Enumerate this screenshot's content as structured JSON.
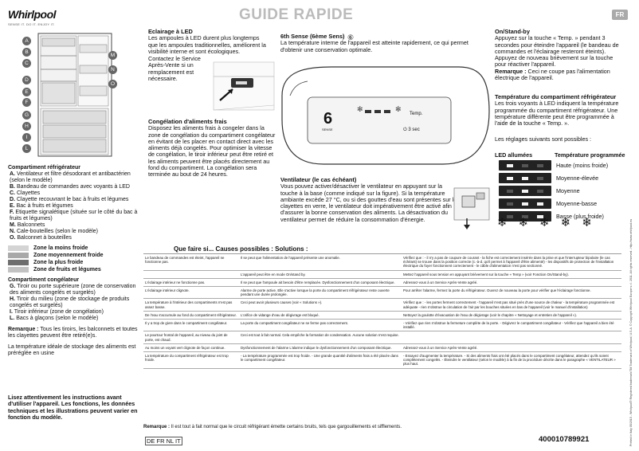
{
  "header": {
    "brand": "Whirlpool",
    "brand_tagline": "SENSE IT. DO IT. ENJOY IT.",
    "title": "GUIDE RAPIDE",
    "lang_badge": "FR"
  },
  "fridge_markers_left": [
    "A",
    "B",
    "C",
    "D",
    "E",
    "F",
    "G",
    "H",
    "I",
    "L"
  ],
  "fridge_markers_right": [
    "M",
    "N",
    "O"
  ],
  "legend": {
    "fridge_title": "Compartiment réfrigérateur",
    "fridge_items": [
      {
        "k": "A.",
        "t": "Ventilateur et filtre désodorant et antibactérien (selon le modèle)"
      },
      {
        "k": "B.",
        "t": "Bandeau de commandes avec voyants à LED"
      },
      {
        "k": "C.",
        "t": "Clayettes"
      },
      {
        "k": "D.",
        "t": "Clayette recouvrant le bac à fruits et légumes"
      },
      {
        "k": "E.",
        "t": "Bac à fruits et légumes"
      },
      {
        "k": "F.",
        "t": "Etiquette signalétique (située sur le côté du bac à fruits et légumes)"
      },
      {
        "k": "M.",
        "t": "Balconnets"
      },
      {
        "k": "N.",
        "t": "Cale-bouteilles (selon le modèle)"
      },
      {
        "k": "O.",
        "t": "Balconnet à bouteilles"
      }
    ],
    "zones": [
      {
        "label": "Zone la moins froide",
        "color": "#d4d4d4"
      },
      {
        "label": "Zone moyennement froide",
        "color": "#a8a8a8"
      },
      {
        "label": "Zone la plus froide",
        "color": "#6e6e6e"
      },
      {
        "label": "Zone de fruits et légumes",
        "color": "#c2c2c2"
      }
    ],
    "freezer_title": "Compartiment congélateur",
    "freezer_items": [
      {
        "k": "G.",
        "t": "Tiroir ou porte supérieure (zone de conservation des aliments congelés et surgelés)"
      },
      {
        "k": "H.",
        "t": "Tiroir du milieu (zone de stockage de produits congelés et surgelés)"
      },
      {
        "k": "I.",
        "t": "Tiroir inférieur (zone de congélation)"
      },
      {
        "k": "L.",
        "t": "Bacs à glaçons (selon le modèle)"
      }
    ],
    "remark_label": "Remarque :",
    "remark": "Tous les tiroirs, les balconnets et toutes les clayettes peuvent être retiré(e)s.",
    "temp_note": "La température idéale de stockage des aliments est préréglée en usine"
  },
  "bottom_left": "Lisez attentivement les instructions avant d'utiliser l'appareil. Les fonctions, les données techniques et les illustrations peuvent varier en fonction du modèle.",
  "blocks": {
    "led_title": "Eclairage à LED",
    "led_text": "Les ampoules à LED durent plus longtemps que les ampoules traditionnelles, améliorent la visibilité interne et sont écologiques.",
    "led_text2": "Contactez le Service Après-Vente si un remplacement est nécessaire.",
    "sixth_title": "6th Sense (6ème Sens)",
    "sixth_text": "La température interne de l'appareil est atteinte rapidement, ce qui permet d'obtenir une conservation optimale.",
    "onoff_title": "On/Stand-by",
    "onoff_text": "Appuyez sur la touche « Temp. » pendant 3 secondes pour éteindre l'appareil (le bandeau de commandes et l'éclairage resteront éteints). Appuyez de nouveau brièvement sur la touche pour réactiver l'appareil.",
    "onoff_remark_label": "Remarque :",
    "onoff_remark": "Ceci ne coupe pas l'alimentation électrique de l'appareil.",
    "temp_title": "Température du compartiment réfrigérateur",
    "temp_text": "Les trois voyants à LED indiquent la température programmée du compartiment réfrigérateur. Une température différente peut être programmée à l'aide de la touche « Temp. ».",
    "settings_intro": "Les réglages suivants sont possibles :",
    "freeze_title": "Congélation d'aliments frais",
    "freeze_text": "Disposez les aliments frais à congeler dans la zone de congélation du compartiment congélateur en évitant de les placer en contact direct avec les aliments déjà congelés. Pour optimiser la vitesse de congélation, le tiroir inférieur peut être retiré et les aliments peuvent être placés directement au fond du compartiment. La congélation sera terminée au bout de 24 heures.",
    "fan_title": "Ventilateur (le cas échéant)",
    "fan_text": "Vous pouvez activer/désactiver le ventilateur en appuyant sur la touche à la base (comme indiqué sur la figure). Si la température ambiante excède 27 °C, ou si des gouttes d'eau sont présentes sur les clayettes en verre, le ventilateur doit impérativement être activé afin d'assurer la bonne conservation des aliments. La désactivation du ventilateur permet de réduire la consommation d'énergie."
  },
  "panel": {
    "temp_label": "Temp.",
    "stby_label": "3 sec",
    "sixth_label": "6",
    "sense_label": "SENSE"
  },
  "led_table": {
    "col1": "LED allumées",
    "col2": "Température programmée",
    "rows": [
      {
        "label": "Haute (moins froide)",
        "leds": [
          true,
          false,
          false
        ]
      },
      {
        "label": "Moyenne-élevée",
        "leds": [
          true,
          true,
          false
        ]
      },
      {
        "label": "Moyenne",
        "leds": [
          false,
          true,
          false
        ]
      },
      {
        "label": "Moyenne-basse",
        "leds": [
          false,
          true,
          true
        ]
      },
      {
        "label": "Basse (plus froide)",
        "leds": [
          false,
          false,
          true
        ]
      }
    ]
  },
  "troubleshoot": {
    "heading": "Que faire si...   Causes possibles : Solutions :",
    "rows": [
      {
        "q": "Le bandeau de commandes est éteint, l'appareil ne fonctionne pas.",
        "c": "Il se peut que l'alimentation de l'appareil présente une anomalie.",
        "s": "Vérifiez que : - il n'y a pas de coupure de courant - la fiche est correctement insérée dans la prise et que l'interrupteur bipolaire (le cas échéant) se trouve dans la position correcte (c.-à-d. qu'il permet à l'appareil d'être alimenté) - les dispositifs de protection de l'installation électrique du foyer fonctionnent correctement - le câble d'alimentation n'est pas sectionné."
      },
      {
        "q": "",
        "c": "L'appareil peut être en mode On/stand by.",
        "s": "Mettez l'appareil sous tension en appuyant brièvement sur la touche « Temp » (voir Fonction On/Stand-by)."
      },
      {
        "q": "L'éclairage intérieur ne fonctionne pas.",
        "c": "Il se peut que l'ampoule ait besoin d'être remplacée. Dysfonctionnement d'un composant électrique.",
        "s": "Adressez-vous à un Service Après-Vente agréé."
      },
      {
        "q": "L'éclairage intérieur clignote.",
        "c": "Alarme de porte active. Elle s'active lorsque la porte du compartiment réfrigérateur reste ouverte pendant une durée prolongée.",
        "s": "Pour arrêter l'alarme, fermez la porte du réfrigérateur. Ouvrez de nouveau la porte pour vérifier que l'éclairage fonctionne."
      },
      {
        "q": "La température à l'intérieur des compartiments n'est pas assez basse.",
        "c": "Ceci peut avoir plusieurs causes (voir « Solutions »).",
        "s": "Vérifiez que : - les portes ferment correctement - l'appareil n'est pas situé près d'une source de chaleur - la température programmée est adéquate - rien n'obstrue la circulation de l'air par les bouches situées en bas de l'appareil (voir le manuel d'installation)"
      },
      {
        "q": "De l'eau s'accumule au fond du compartiment réfrigérateur.",
        "c": "L'orifice de vidange d'eau de dégivrage est bloqué.",
        "s": "Nettoyez la goulotte d'évacuation de l'eau de dégivrage (voir le chapitre « Nettoyage et entretien de l'appareil »)."
      },
      {
        "q": "Il y a trop de givre dans le compartiment congélateur.",
        "c": "La porte du compartiment congélateur ne se ferme pas correctement.",
        "s": "- Vérifiez que rien n'obstrue la fermeture complète de la porte. - Dégivrez le compartiment congélateur - Vérifiez que l'appareil a bien été installé."
      },
      {
        "q": "Le pourtour frontal de l'appareil, au niveau du joint de porte, est chaud.",
        "c": "Ceci est tout à fait normal. Cela empêche la formation de condensation. Aucune solution n'est requise.",
        "s": ""
      },
      {
        "q": "Au moins un voyant vert clignote de façon continue.",
        "c": "Dysfonctionnement de l'alarme L'alarme indique le dysfonctionnement d'un composant électrique.",
        "s": "Adressez-vous à un Service Après-Vente agréé."
      },
      {
        "q": "La température du compartiment réfrigérateur est trop froide.",
        "c": "- La température programmée est trop froide. - Une grande quantité d'aliments frais a été placée dans le compartiment congélateur.",
        "s": "- Essayez d'augmenter la température. - Si des aliments frais ont été placés dans le compartiment congélateur, attendez qu'ils soient complètement congelés. - Éteindre le ventilateur (selon le modèle) à la fin de la procédure décrite dans le paragraphe « VENTILATEUR » plus haut."
      }
    ]
  },
  "footer": {
    "remark_label": "Remarque :",
    "remark": "Il est tout à fait normal que le circuit réfrigérant émette certains bruits, tels que gargouillements et sifflements.",
    "lang_codes": "DE FR NL IT",
    "docnum": "400010789921",
    "side_note": "Printed in Italy 05/2015 - Whirlpool® Registered trademark/TM Trademark of Whirlpool, U.S.A. © Copyright Whirlpool Europe s.r.l. 2011. All rights reserved - http://www.whirlpool.eu"
  }
}
